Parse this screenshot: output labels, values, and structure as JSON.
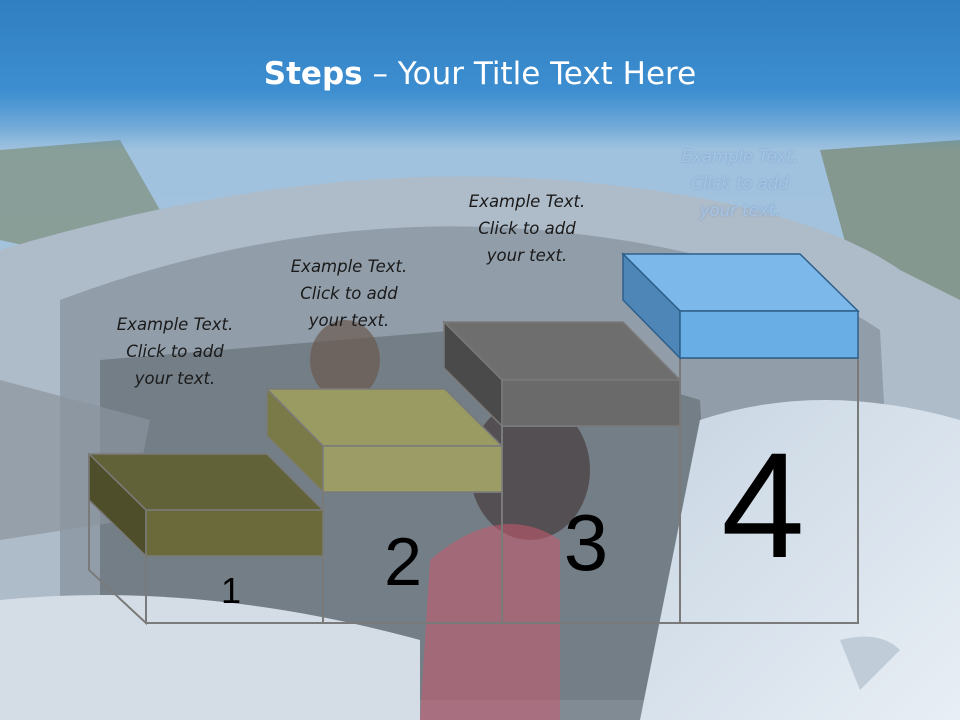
{
  "slide": {
    "title_bold": "Steps",
    "title_rest": " – Your Title Text Here"
  },
  "steps": [
    {
      "number": "1",
      "caption": [
        "Example Text.",
        "Click  to add",
        "your text."
      ],
      "color": "#6b6a3a"
    },
    {
      "number": "2",
      "caption": [
        "Example Text.",
        "Click  to add",
        "your text."
      ],
      "color": "#9c9c66"
    },
    {
      "number": "3",
      "caption": [
        "Example Text.",
        "Click  to add",
        "your text."
      ],
      "color": "#6a6a6a"
    },
    {
      "number": "4",
      "caption": [
        "Example Text.",
        "Click  to add",
        "your text."
      ],
      "color": "#6aaee6"
    }
  ],
  "colors": {
    "title_band": "#3a8bd0",
    "outline": "#7a7a7a"
  }
}
